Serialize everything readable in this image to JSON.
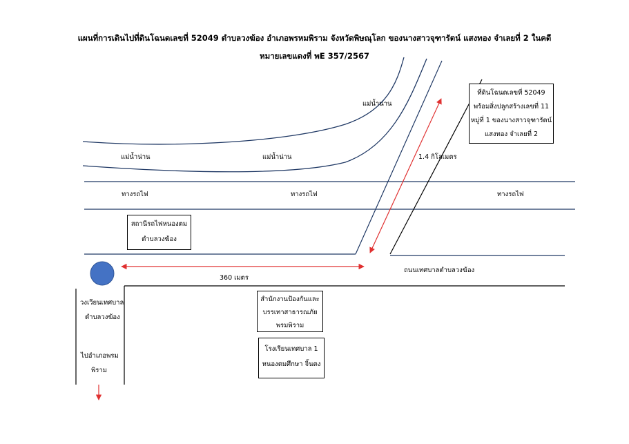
{
  "title_line1": "แผนที่การเดินไปที่ดินโฉนดเลขที่ 52049 ตำบลวงฆ้อง อำเภอพรหมพิราม จังหวัดพิษณุโลก ของนางสาวจุฑารัตน์ แสงทอง จำเลยที่ 2 ในคดี",
  "title_line2": "หมายเลขแดงที่ พE 357/2567",
  "river": {
    "label_left": "แม่น้ำน่าน",
    "label_mid": "แม่น้ำน่าน",
    "label_top": "แม่น้ำน่าน",
    "color": "#1f3864"
  },
  "railway": {
    "label_left": "ทางรถไฟ",
    "label_mid": "ทางรถไฟ",
    "label_right": "ทางรถไฟ"
  },
  "station_box": {
    "line1": "สถานีรถไฟหนองตม",
    "line2": "ตำบลวงฆ้อง"
  },
  "land_box": {
    "line1": "ที่ดินโฉนดเลขที่ 52049",
    "line2": "พร้อมสิ่งปลูกสร้างเลขที่ 11",
    "line3": "หมู่ที่ 1 ของนางสาวจุฑารัตน์",
    "line4": "แสงทอง จำเลยที่ 2"
  },
  "distance_diagonal": "1.4 กิโลเมตร",
  "distance_horizontal": "360 เมตร",
  "road_label": "ถนนเทศบาลตำบลวงฆ้อง",
  "roundabout": {
    "line1": "วงเวียนเทศบาล",
    "line2": "ตำบลวงฆ้อง",
    "color": "#4472c4"
  },
  "to_district": {
    "line1": "ไปอำเภอพรม",
    "line2": "พิราม"
  },
  "office_box": {
    "line1": "สำนักงานป้องกันและ",
    "line2": "บรรเทาสาธารณภัย",
    "line3": "พรมพิราม"
  },
  "school_box": {
    "line1": "โรงเรียนเทศบาล 1",
    "line2": "หนองตมศึกษา จิ้นตง"
  },
  "arrow_color": "#e03030"
}
